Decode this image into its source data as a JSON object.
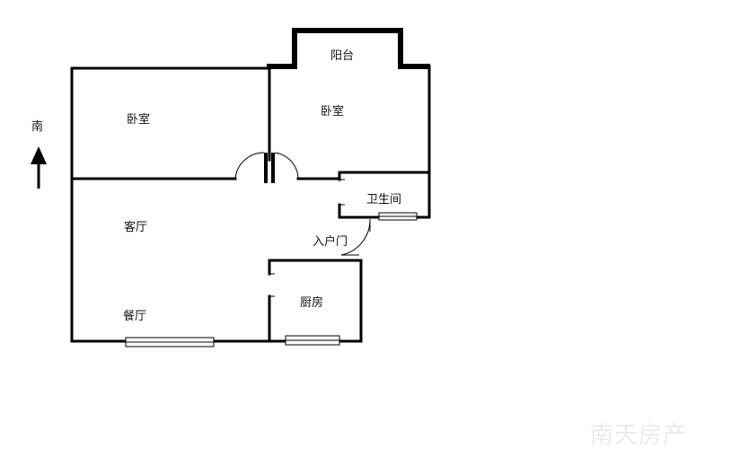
{
  "compass": {
    "label": "南"
  },
  "rooms": {
    "bedroom_left": "卧室",
    "balcony": "阳台",
    "bedroom_right": "卧室",
    "living_room": "客厅",
    "bathroom": "卫生间",
    "entrance_door": "入户门",
    "dining_room": "餐厅",
    "kitchen": "厨房"
  },
  "watermark": "南天房产"
}
